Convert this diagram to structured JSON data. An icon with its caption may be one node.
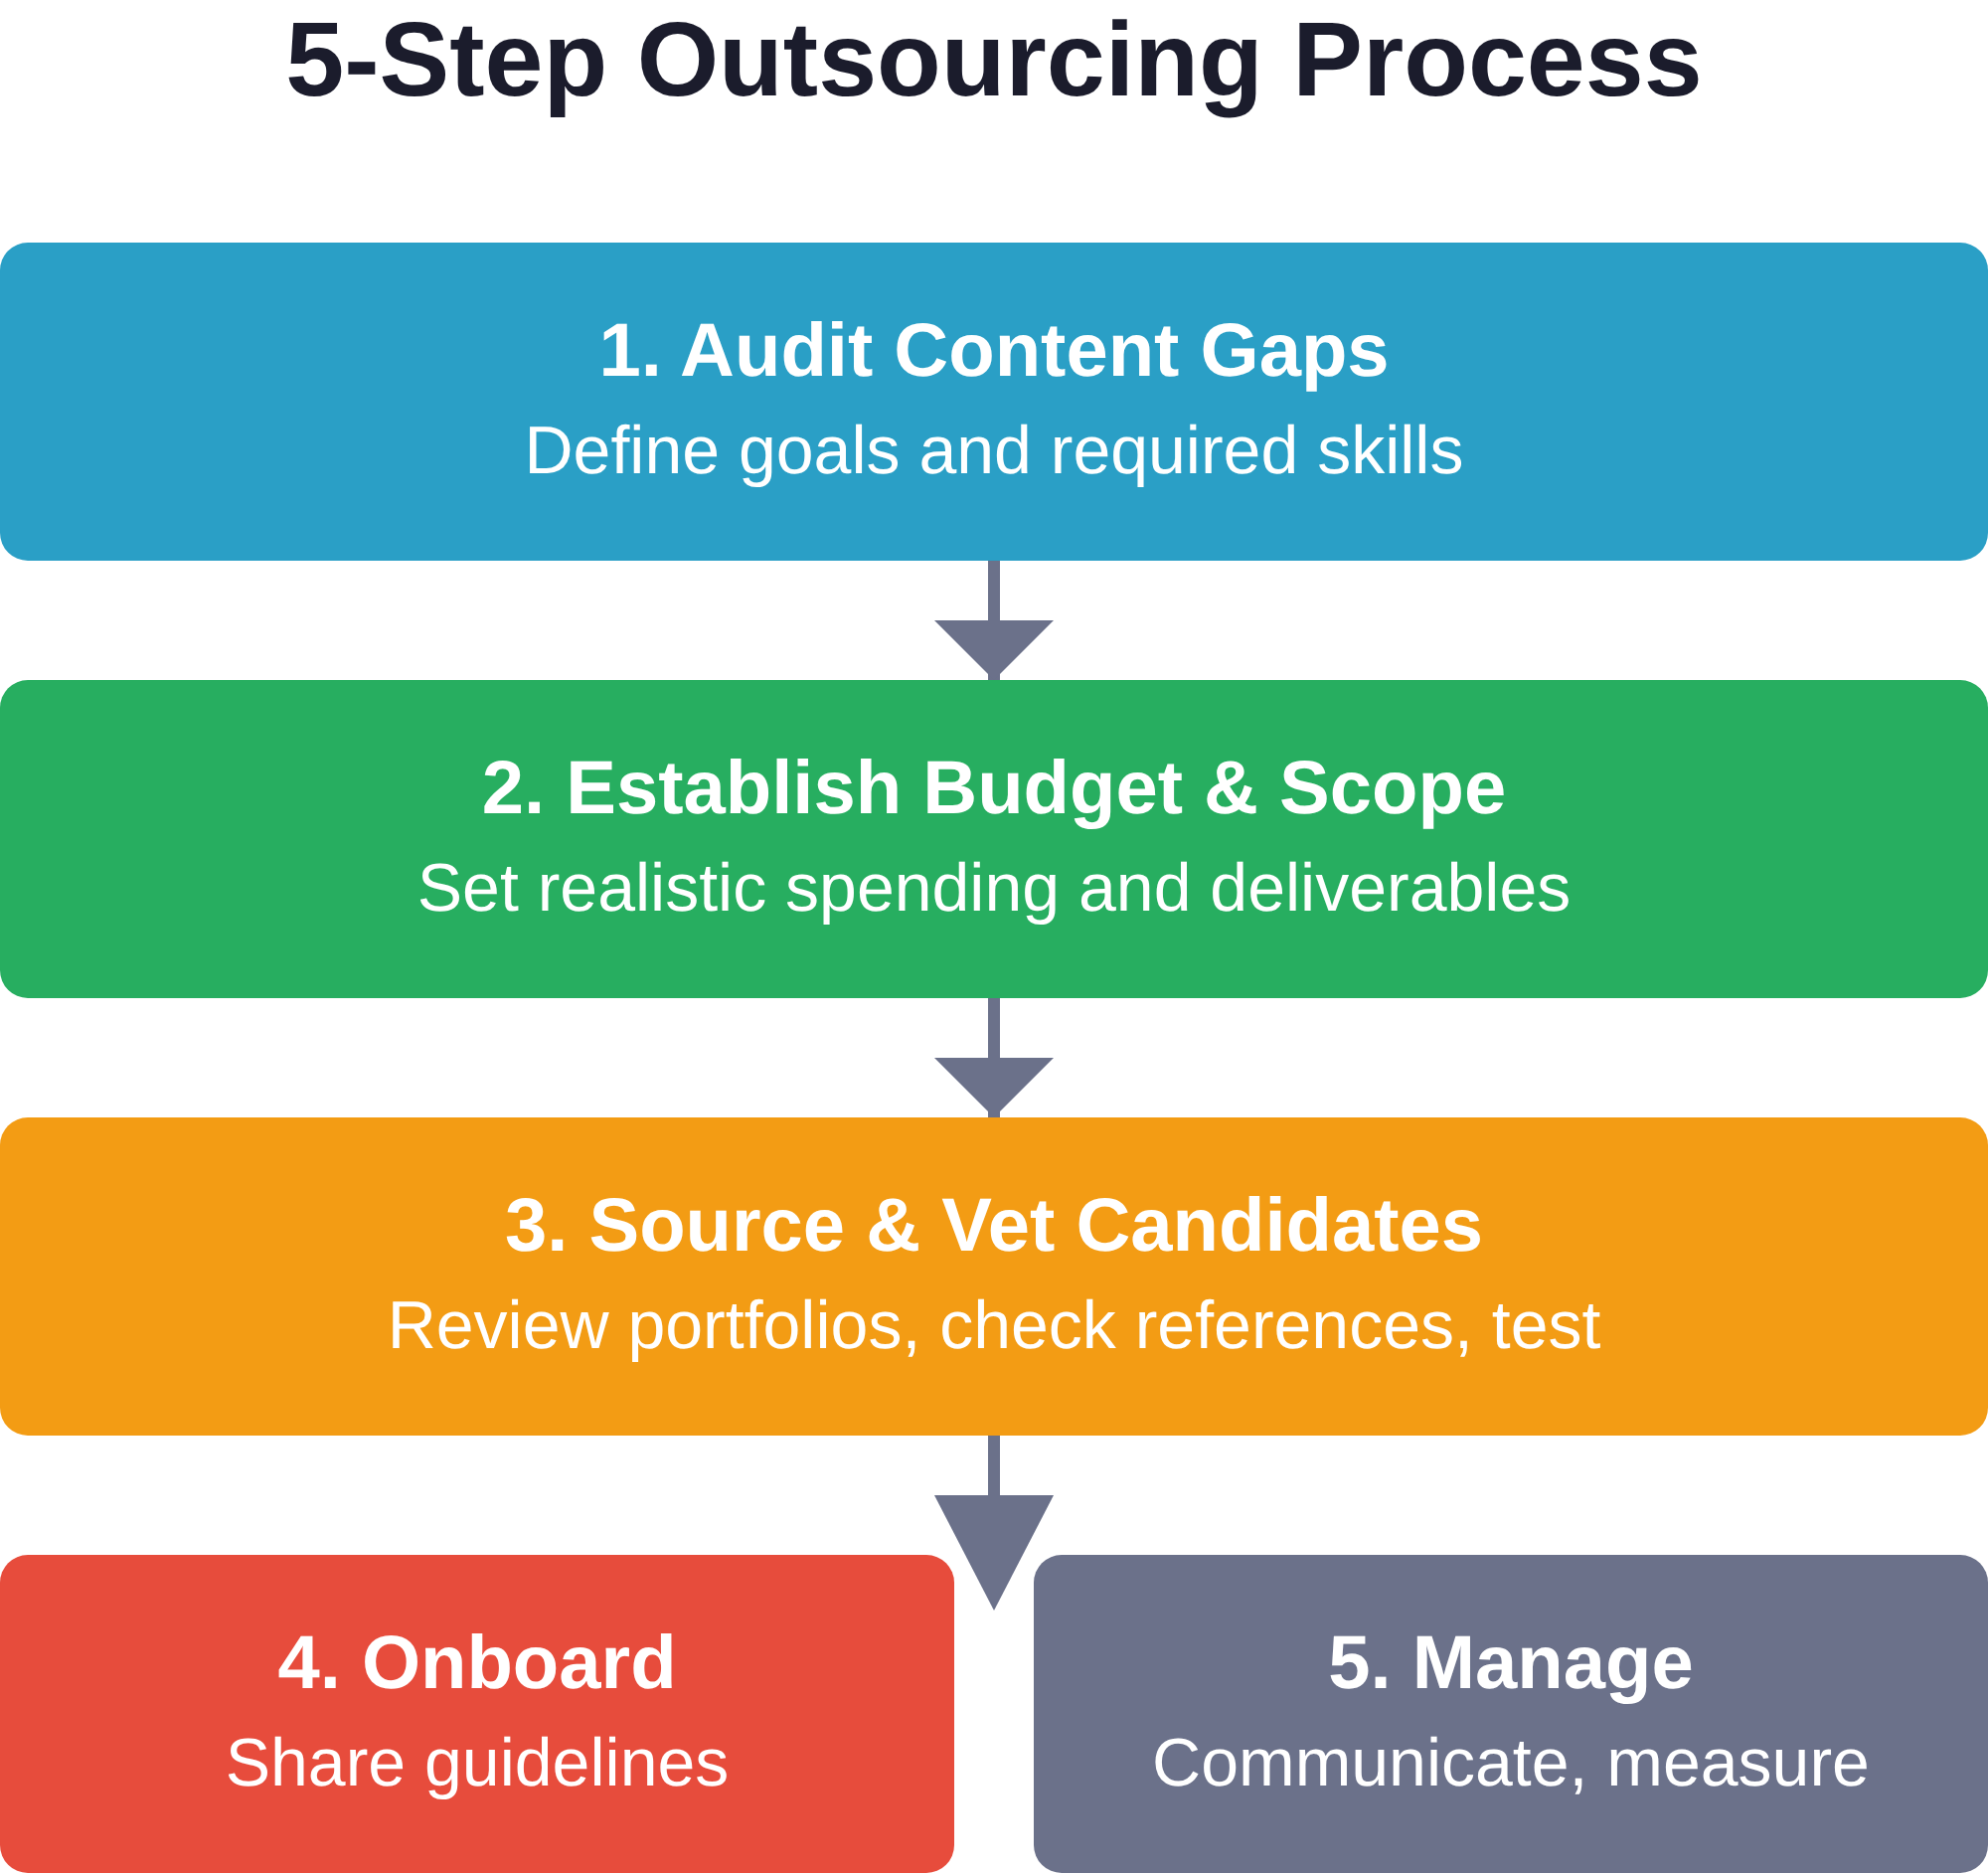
{
  "diagram": {
    "title": "5-Step Outsourcing Process",
    "nodes": [
      {
        "text": [
          "1. Audit Content Gaps",
          "Define goals and required skills"
        ]
      },
      {
        "text": [
          "2. Establish Budget & Scope",
          "Set realistic spending and deliverables"
        ]
      },
      {
        "text": [
          "3. Source & Vet Candidates",
          "Review portfolios, check references, test"
        ]
      },
      {
        "text": [
          "4. Onboard",
          "Share guidelines"
        ]
      },
      {
        "text": [
          "5. Manage",
          "Communicate, measure"
        ]
      }
    ],
    "edges": [
      {
        "from": 0,
        "to": 1,
        "arrow": "to"
      },
      {
        "from": 1,
        "to": 2,
        "arrow": "to"
      },
      {
        "from": 2,
        "to": null,
        "arrow": "to"
      }
    ]
  }
}
